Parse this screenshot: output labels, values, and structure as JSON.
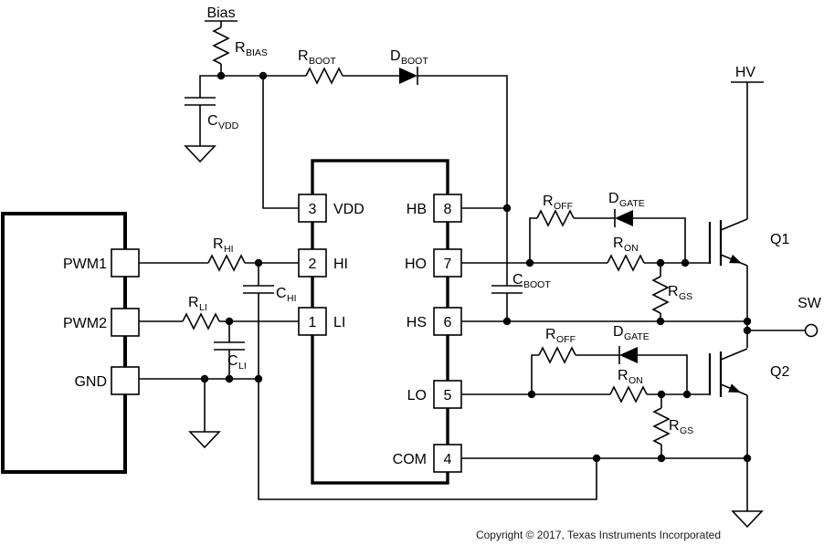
{
  "terminals": {
    "bias": {
      "label": "Bias"
    },
    "hv": {
      "label": "HV"
    },
    "sw": {
      "label": "SW"
    }
  },
  "controller": {
    "pins": [
      {
        "label": "PWM1"
      },
      {
        "label": "PWM2"
      },
      {
        "label": "GND"
      }
    ]
  },
  "ic": {
    "pins": {
      "vdd": {
        "num": "3",
        "name": "VDD"
      },
      "hi": {
        "num": "2",
        "name": "HI"
      },
      "li": {
        "num": "1",
        "name": "LI"
      },
      "hb": {
        "num": "8",
        "name": "HB"
      },
      "ho": {
        "num": "7",
        "name": "HO"
      },
      "hs": {
        "num": "6",
        "name": "HS"
      },
      "lo": {
        "num": "5",
        "name": "LO"
      },
      "com": {
        "num": "4",
        "name": "COM"
      }
    }
  },
  "components": {
    "r_bias": {
      "main": "R",
      "sub": "BIAS"
    },
    "c_vdd": {
      "main": "C",
      "sub": "VDD"
    },
    "r_boot": {
      "main": "R",
      "sub": "BOOT"
    },
    "d_boot": {
      "main": "D",
      "sub": "BOOT"
    },
    "c_boot": {
      "main": "C",
      "sub": "BOOT"
    },
    "r_hi": {
      "main": "R",
      "sub": "HI"
    },
    "c_hi": {
      "main": "C",
      "sub": "HI"
    },
    "r_li": {
      "main": "R",
      "sub": "LI"
    },
    "c_li": {
      "main": "C",
      "sub": "LI"
    },
    "r_off": {
      "main": "R",
      "sub": "OFF"
    },
    "d_gate": {
      "main": "D",
      "sub": "GATE"
    },
    "r_on": {
      "main": "R",
      "sub": "ON"
    },
    "r_gs": {
      "main": "R",
      "sub": "GS"
    },
    "q1": {
      "label": "Q1"
    },
    "q2": {
      "label": "Q2"
    }
  },
  "footer": {
    "copyright": "Copyright © 2017, Texas Instruments Incorporated"
  },
  "colors": {
    "line": "#000000",
    "background": "#ffffff"
  }
}
